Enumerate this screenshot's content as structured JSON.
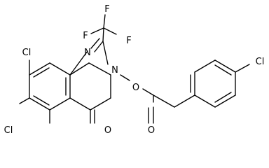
{
  "molecule": {
    "atoms": {
      "f_top": "F",
      "f_left": "F",
      "f_right": "F",
      "n1": "N",
      "n3": "N",
      "o_ester": "O",
      "o_carbonyl": "O",
      "o_keto": "O",
      "cl_8": "Cl",
      "cl_6": "Cl",
      "cl_para": "Cl"
    }
  }
}
